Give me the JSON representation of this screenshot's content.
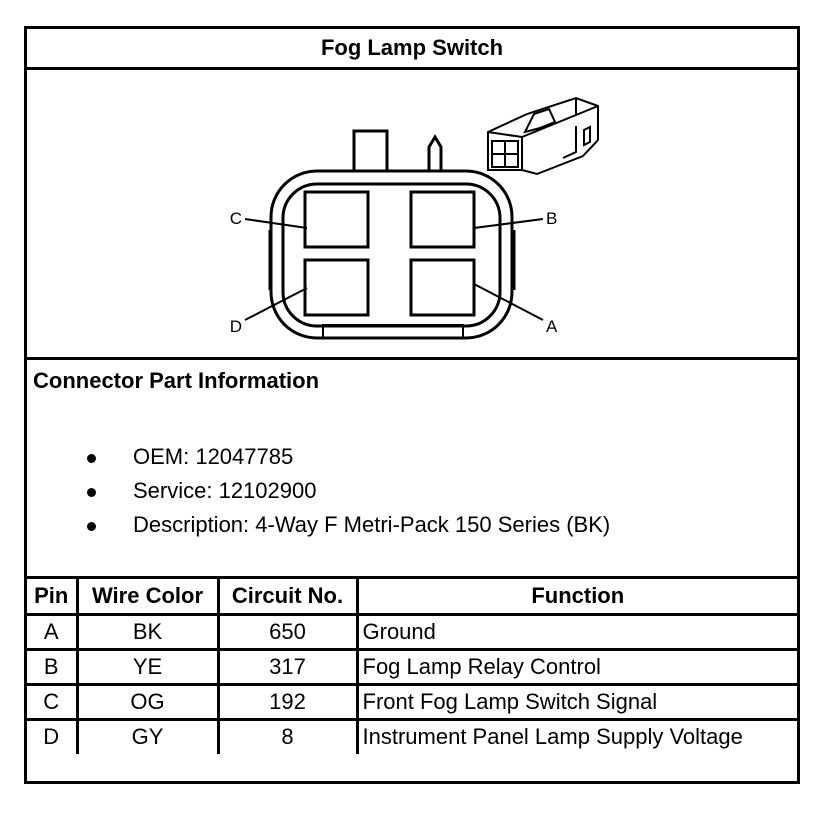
{
  "title": "Fog Lamp Switch",
  "diagram": {
    "pin_labels": {
      "a": "A",
      "b": "B",
      "c": "C",
      "d": "D"
    }
  },
  "part_info": {
    "heading": "Connector Part Information",
    "items": [
      "OEM: 12047785",
      "Service: 12102900",
      "Description: 4-Way F Metri-Pack 150 Series (BK)"
    ]
  },
  "table": {
    "headers": [
      "Pin",
      "Wire Color",
      "Circuit No.",
      "Function"
    ],
    "rows": [
      [
        "A",
        "BK",
        "650",
        "Ground"
      ],
      [
        "B",
        "YE",
        "317",
        "Fog Lamp Relay Control"
      ],
      [
        "C",
        "OG",
        "192",
        "Front Fog Lamp Switch Signal"
      ],
      [
        "D",
        "GY",
        "8",
        "Instrument Panel Lamp Supply Voltage"
      ]
    ]
  }
}
